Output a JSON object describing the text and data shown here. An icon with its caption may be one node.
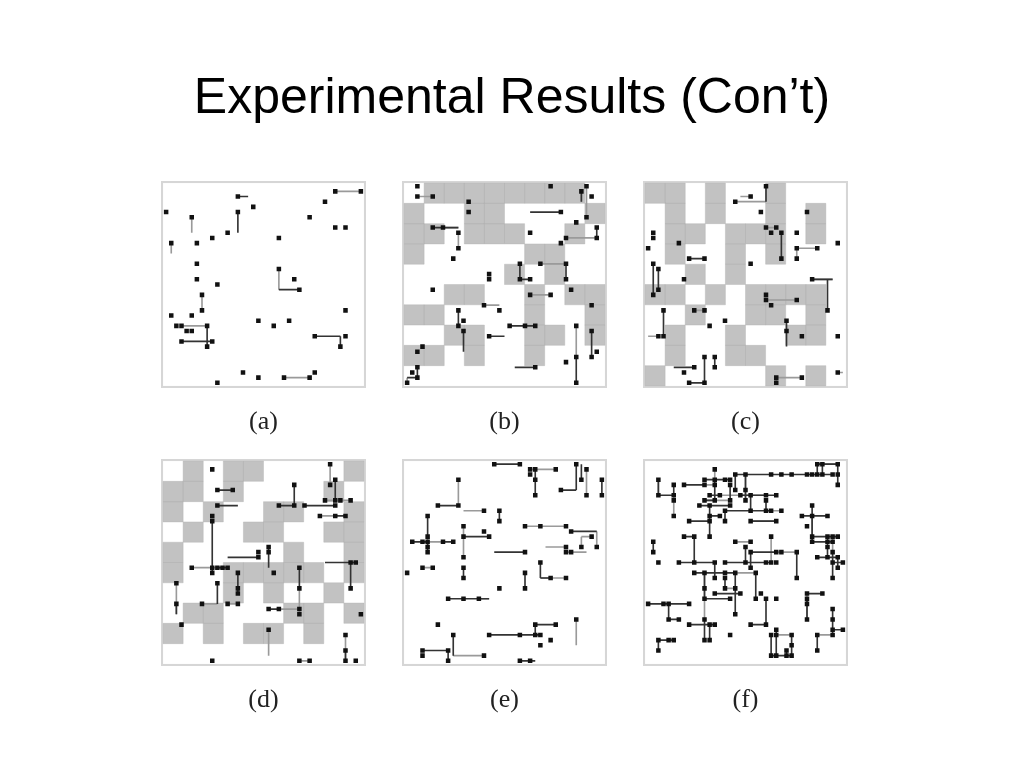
{
  "diagram": {
    "title": "Experimental Results (Con’t)",
    "labels": [
      "(a)",
      "(b)",
      "(c)",
      "(d)",
      "(e)",
      "(f)"
    ]
  }
}
